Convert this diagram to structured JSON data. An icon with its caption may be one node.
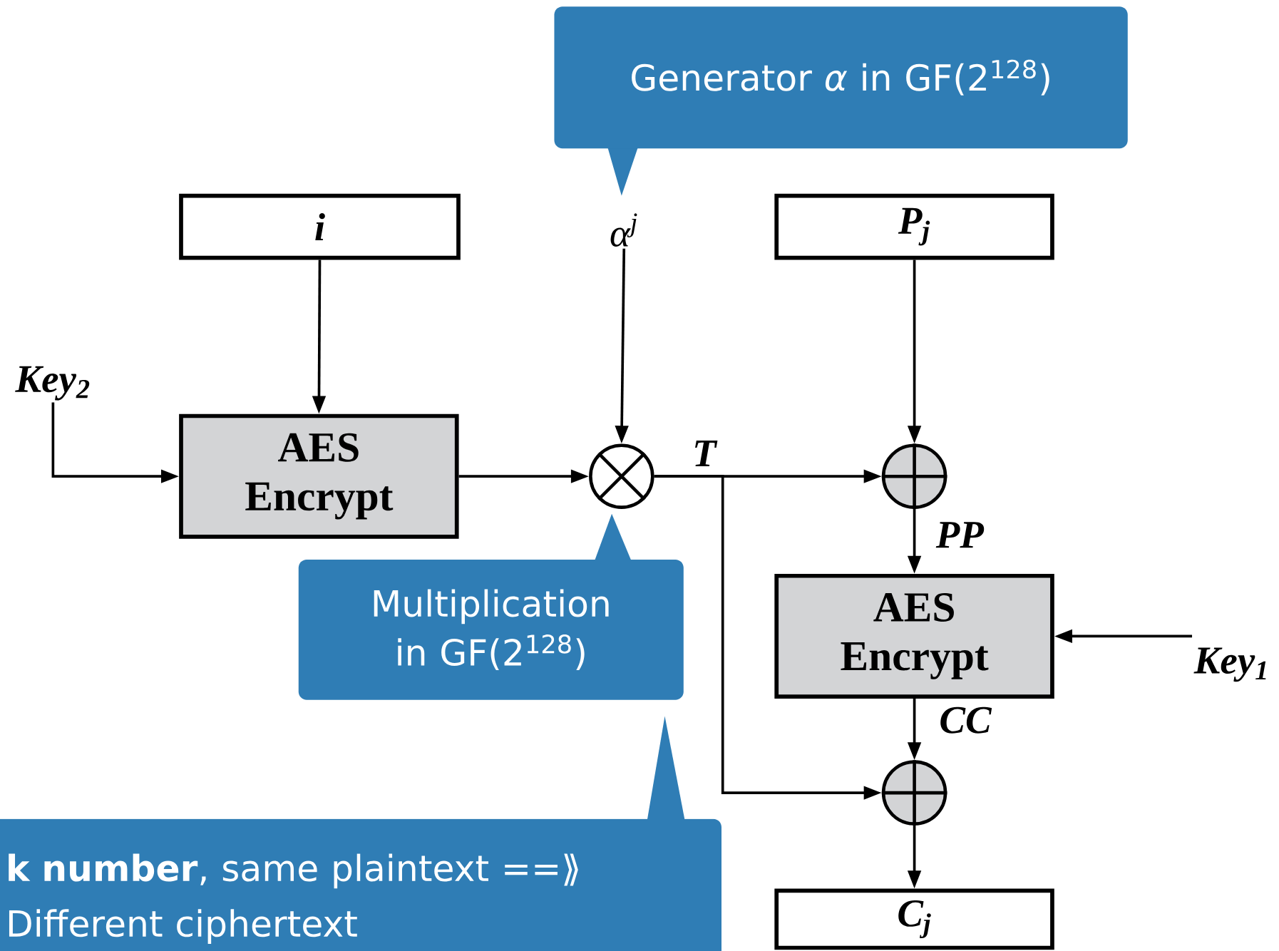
{
  "diagram": {
    "nodes": [
      {
        "text": [
          "Generator *α* in GF(2$^{128}$)"
        ]
      },
      {
        "text": [
          "i"
        ]
      },
      {
        "text": [
          "α$^{j}$"
        ]
      },
      {
        "text": [
          "P$_{j}$"
        ]
      },
      {
        "text": [
          "Key$_{2}$"
        ]
      },
      {
        "text": [
          "AES Encrypt"
        ]
      },
      {
        "text": [],
        "shape": "circle"
      },
      {
        "text": [],
        "shape": "circle"
      },
      {
        "text": [
          "AES Encrypt"
        ]
      },
      {
        "text": [
          "Key$_{1}$"
        ]
      },
      {
        "text": [
          "Multiplication in GF(2$^{128}$)"
        ]
      },
      {
        "text": [],
        "shape": "circle"
      },
      {
        "text": [
          "**k number**, same plaintext ==⟫ Different ciphertext"
        ]
      },
      {
        "text": [
          "C$_{j}$"
        ]
      }
    ],
    "edges": [
      {
        "from": 1,
        "to": 5,
        "arrow": "to"
      },
      {
        "from": 4,
        "to": 5,
        "arrow": "to"
      },
      {
        "from": 2,
        "to": 6,
        "arrow": "to"
      },
      {
        "from": 5,
        "to": 6,
        "arrow": "to"
      },
      {
        "from": 6,
        "to": 7,
        "arrow": "to",
        "label": "T"
      },
      {
        "from": 3,
        "to": 7,
        "arrow": "to"
      },
      {
        "from": 7,
        "to": 8,
        "arrow": "to",
        "label": "PP"
      },
      {
        "from": 9,
        "to": 8,
        "arrow": "to"
      },
      {
        "from": 8,
        "to": 11,
        "arrow": "to",
        "label": "CC"
      },
      {
        "from": 6,
        "to": 11,
        "arrow": "to"
      },
      {
        "from": 11,
        "to": 13,
        "arrow": "to"
      }
    ]
  }
}
